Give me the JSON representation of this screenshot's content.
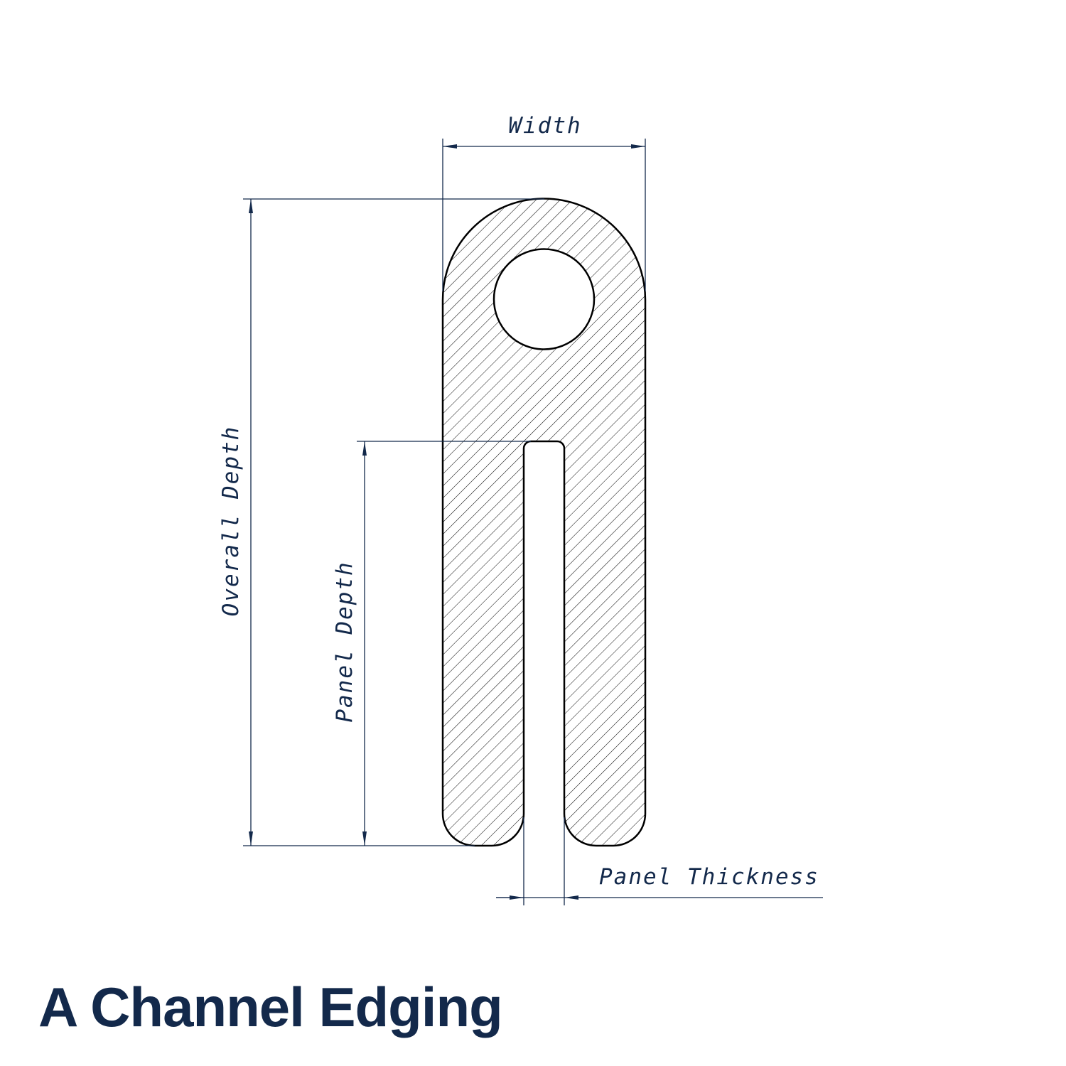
{
  "title": "A Channel Edging",
  "colors": {
    "ink": "#13294b",
    "outline": "#000000",
    "background": "#ffffff"
  },
  "dimensions": {
    "width": {
      "label": "Width"
    },
    "overall_depth": {
      "label": "Overall Depth"
    },
    "panel_depth": {
      "label": "Panel Depth"
    },
    "panel_thickness": {
      "label": "Panel Thickness"
    }
  },
  "drawing": {
    "type": "cross-section",
    "hatching": "diagonal-45deg",
    "features": [
      "rounded-top-bulb",
      "circular-hollow",
      "panel-slot"
    ]
  }
}
